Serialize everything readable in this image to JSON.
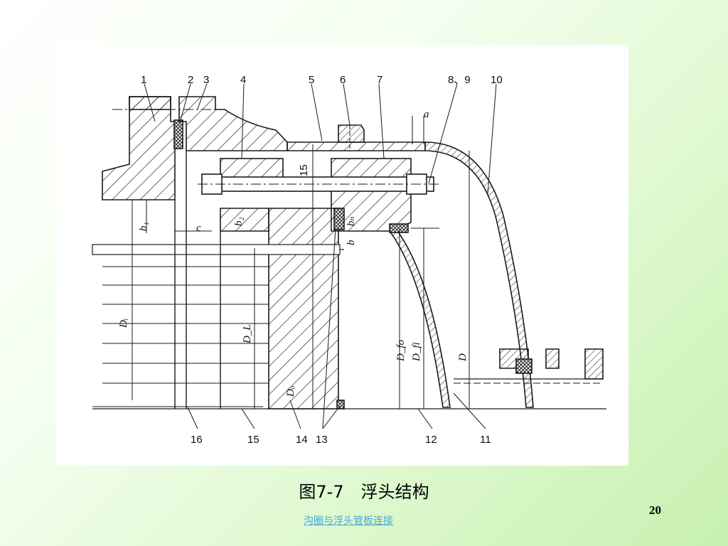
{
  "figure": {
    "part_numbers_top": [
      "1",
      "2",
      "3",
      "4",
      "5",
      "6",
      "7",
      "8、9",
      "10"
    ],
    "part_numbers_bottom": [
      "16",
      "15",
      "14",
      "13",
      "12",
      "11"
    ],
    "dimension_labels": {
      "a": "a",
      "b1": "b₁",
      "b2": "b₂",
      "bn": "bₙ",
      "b": "b",
      "c": "c",
      "d15": "15",
      "Di": "Dᵢ",
      "DL": "D_L",
      "Do": "Dₒ",
      "Dfo": "D_fo",
      "Dfi": "D_fi",
      "D": "D"
    }
  },
  "caption": "图7-7　浮头结构",
  "page_number": "20",
  "footer_link": "沟圈与浮头管板连接",
  "colors": {
    "line": "#1a1a1a",
    "panel": "#ffffff",
    "link": "#4aa8d8"
  }
}
